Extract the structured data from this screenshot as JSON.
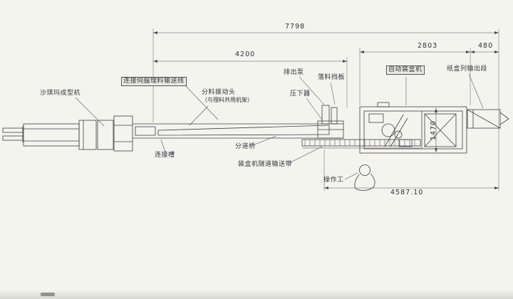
{
  "drawing": {
    "colors": {
      "paper": "#f4f4ee",
      "ink": "#3e3e48"
    },
    "dims": {
      "total_length": "7798",
      "infeed_length": "4200",
      "cartoner_length": "2803",
      "outfeed_length": "480",
      "overall_bottom": "4587.10",
      "cartoner_height": "1470"
    },
    "labels": {
      "forming_machine": "沙琪玛成型机",
      "servo_infeed": "连接伺服理料输送线",
      "divider_head": "分料拨动头",
      "divider_head_note": "（与理料共用机架）",
      "discharge_pump": "排出泵",
      "drop_baffle": "落料挡板",
      "press_device": "压下器",
      "cartoner": "自动装盒机",
      "carton_outfeed": "纸盒列输出段",
      "connect_chute": "连接槽",
      "divider_bridge": "分道桥",
      "tunnel_conveyor": "装盒机隧道输送带",
      "operator": "操作工"
    }
  }
}
